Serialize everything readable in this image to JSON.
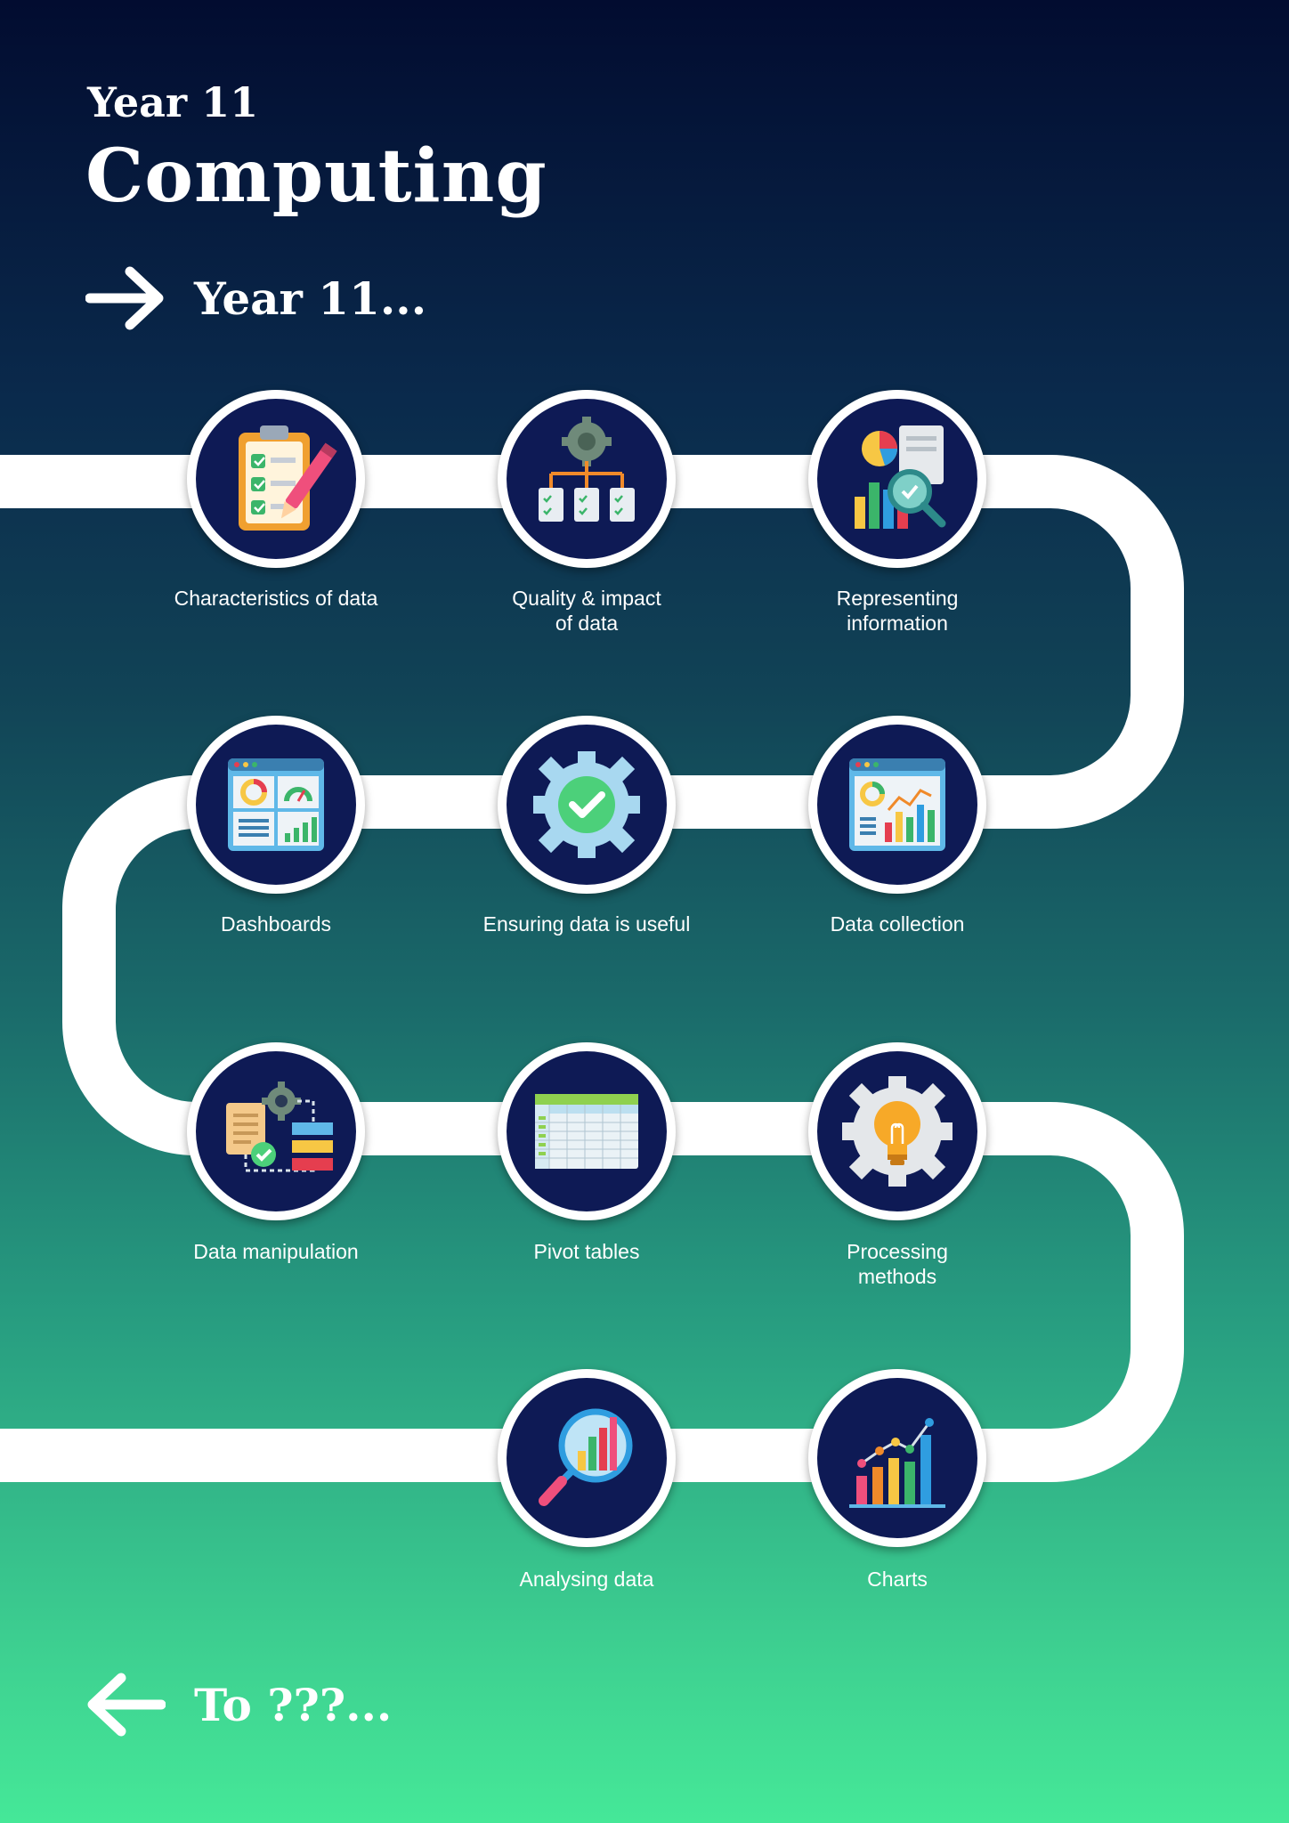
{
  "header": {
    "year": "Year 11",
    "subject": "Computing"
  },
  "start": {
    "icon": "arrow-right-icon",
    "label": "Year 11..."
  },
  "end": {
    "icon": "arrow-left-icon",
    "label": "To ???..."
  },
  "journey": {
    "steps": [
      {
        "label": "Characteristics of data",
        "icon": "clipboard-checklist-icon"
      },
      {
        "label": "Quality & impact\nof data",
        "icon": "gear-hierarchy-icon"
      },
      {
        "label": "Representing\ninformation",
        "icon": "report-magnifier-icon"
      },
      {
        "label": "Data collection",
        "icon": "analytics-window-icon"
      },
      {
        "label": "Ensuring data is useful",
        "icon": "gear-check-icon"
      },
      {
        "label": "Dashboards",
        "icon": "dashboard-icon"
      },
      {
        "label": "Data manipulation",
        "icon": "workflow-icon"
      },
      {
        "label": "Pivot tables",
        "icon": "spreadsheet-icon"
      },
      {
        "label": "Processing\nmethods",
        "icon": "gear-lightbulb-icon"
      },
      {
        "label": "Charts",
        "icon": "bar-line-chart-icon"
      },
      {
        "label": "Analysing data",
        "icon": "magnifier-chart-icon"
      }
    ]
  }
}
